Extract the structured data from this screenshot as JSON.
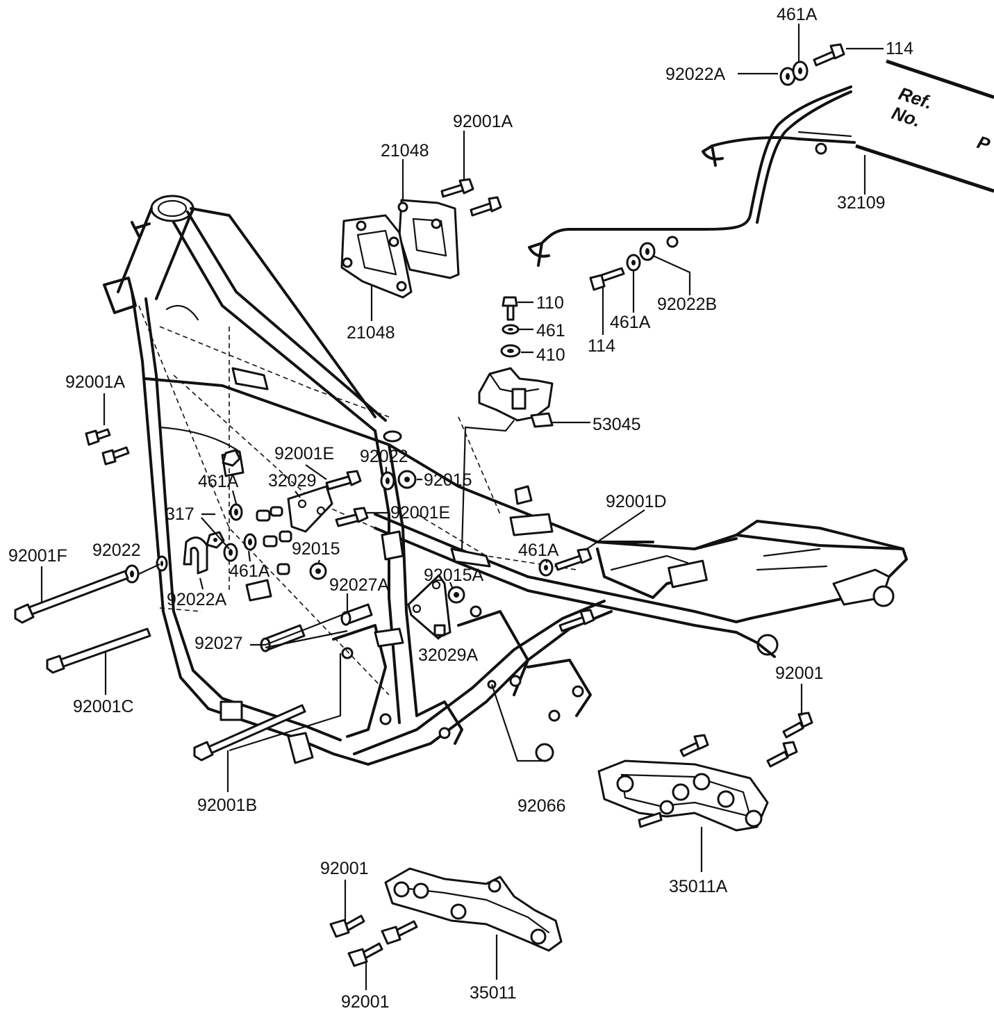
{
  "labels": {
    "l461A_top": "461A",
    "l114_top": "114",
    "l92022A_top": "92022A",
    "l32109": "32109",
    "l92001A_top": "92001A",
    "l21048_top": "21048",
    "l21048_bottom": "21048",
    "l110": "110",
    "l461": "461",
    "l410": "410",
    "l114_mid": "114",
    "l461A_mid": "461A",
    "l92022B": "92022B",
    "l53045": "53045",
    "l92001A_left": "92001A",
    "l92001E_upper": "92001E",
    "l92022_center": "92022",
    "l92015_upper": "92015",
    "l461A_left": "461A",
    "l32029": "32029",
    "l92001E_lower": "92001E",
    "l317": "317",
    "l92015_mid": "92015",
    "l461A_lower": "461A",
    "l92001D": "92001D",
    "l461A_right": "461A",
    "l92001F": "92001F",
    "l92022_left": "92022",
    "l92022A_left": "92022A",
    "l92027A": "92027A",
    "l92015A": "92015A",
    "l92027": "92027",
    "l32029A": "32029A",
    "l92001C": "92001C",
    "l92001_right": "92001",
    "l92001B": "92001B",
    "l92066": "92066",
    "l35011A": "35011A",
    "l92001_bottom_top": "92001",
    "l35011": "35011",
    "l92001_bottom": "92001"
  },
  "ref_box": {
    "line1": "Ref.",
    "line2": "No.",
    "cut": "P"
  },
  "icons": {
    "frame": "motorcycle-frame-drawing",
    "bolt": "hex-bolt-icon",
    "washer": "washer-icon",
    "nut": "hex-nut-icon"
  }
}
